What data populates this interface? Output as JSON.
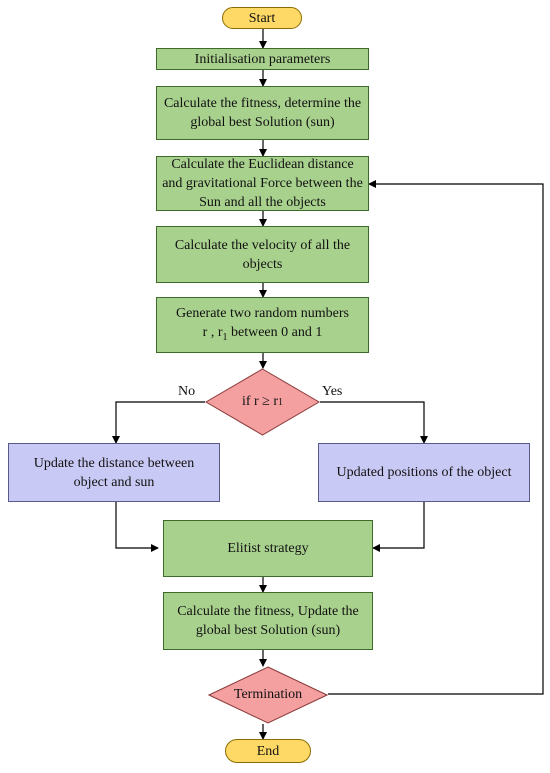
{
  "colors": {
    "process": "#a9d18e",
    "update": "#c9c9f5",
    "decision": "#f4a0a0",
    "terminal": "#ffd966",
    "line": "#000000"
  },
  "nodes": {
    "start": "Start",
    "init": "Initialisation parameters",
    "fitness1": "Calculate the fitness, determine the global best Solution (sun)",
    "euclid": "Calculate the Euclidean distance and gravitational Force between the Sun and all the objects",
    "velocity": "Calculate the velocity of all the objects",
    "random_line1": "Generate two random numbers",
    "random_line2_prefix": "r , r",
    "random_line2_sub": "1",
    "random_line2_suffix": " between 0 and 1",
    "decision_prefix": "if r  ≥  r",
    "decision_sub": "1",
    "update_distance": "Update the distance between object and sun",
    "update_positions": "Updated positions of the object",
    "elitist": "Elitist strategy",
    "fitness2": "Calculate the fitness, Update the global best Solution (sun)",
    "termination": "Termination",
    "end": "End"
  },
  "edge_labels": {
    "no": "No",
    "yes": "Yes"
  }
}
